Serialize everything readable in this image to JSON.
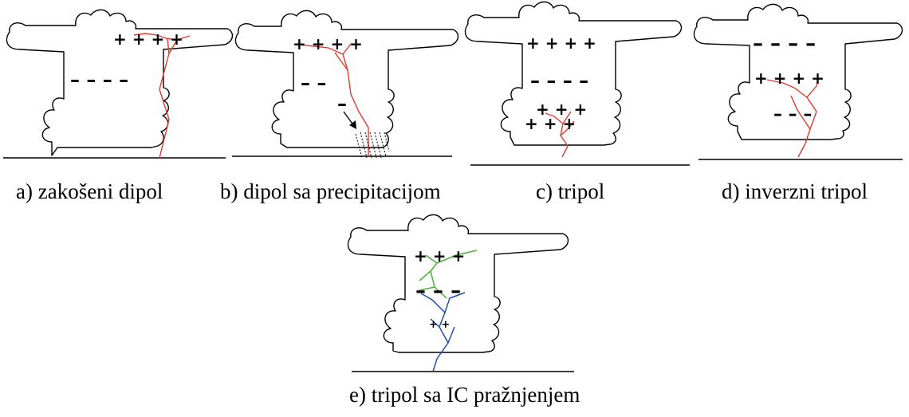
{
  "captions": {
    "a": "a) zakošeni dipol",
    "b": "b) dipol sa precipitacijom",
    "c": "c) tripol",
    "d": "d) inverzni tripol",
    "e": "e) tripol sa IC pražnjenjem"
  },
  "charges": {
    "a": {
      "top": "+ + + +",
      "middle": "– – – –"
    },
    "b": {
      "top": "+ + + +",
      "middle": "– –",
      "lower": "–"
    },
    "c": {
      "top": "+ + + +",
      "middle": "– – – –",
      "lower_1": "+ + +",
      "lower_2": "+ + +"
    },
    "d": {
      "top": "– – – –",
      "middle": "+ + + +",
      "lower": "– – –"
    },
    "e": {
      "top": "+ + +",
      "middle": "– – –",
      "lower": "+ +"
    }
  },
  "colors": {
    "lightning_red": "#e23a2e",
    "lightning_green": "#4caf3c",
    "lightning_blue": "#1f4fa8",
    "outline": "#000000"
  }
}
